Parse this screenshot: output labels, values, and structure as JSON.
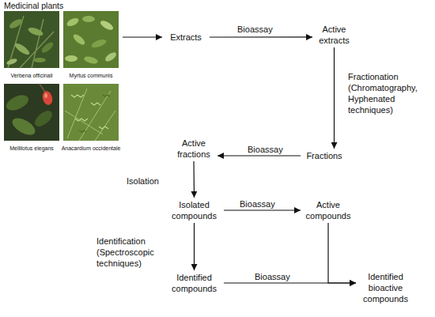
{
  "diagram": {
    "nodes": [
      {
        "text": [
          "Medicinal plants"
        ]
      },
      {
        "text": [
          "Verbena officinali"
        ],
        "in": 0
      },
      {
        "text": [
          "Myrtus communis"
        ],
        "in": 0
      },
      {
        "text": [
          "Mellilotus elegans"
        ],
        "in": 0
      },
      {
        "text": [
          "Anacardium occidentale"
        ],
        "in": 0
      },
      {
        "text": [
          "Extracts"
        ]
      },
      {
        "text": [
          "Active extracts"
        ]
      },
      {
        "text": [
          "Fractions"
        ]
      },
      {
        "text": [
          "Active fractions"
        ]
      },
      {
        "text": [
          "Isolated compounds"
        ]
      },
      {
        "text": [
          "Active compounds"
        ]
      },
      {
        "text": [
          "Identified compounds"
        ]
      },
      {
        "text": [
          "Identified bioactive compounds"
        ]
      }
    ],
    "edges": [
      {
        "from": 0,
        "to": 5,
        "arrow": "to"
      },
      {
        "from": 5,
        "to": 6,
        "label": "Bioassay",
        "arrow": "to"
      },
      {
        "from": 6,
        "to": 7,
        "label": "Fractionation (Chromatography, Hyphenated techniques)",
        "arrow": "to"
      },
      {
        "from": 7,
        "to": 8,
        "label": "Bioassay",
        "arrow": "to"
      },
      {
        "from": 8,
        "to": 9,
        "label": "Isolation",
        "arrow": "to"
      },
      {
        "from": 9,
        "to": 10,
        "label": "Bioassay",
        "arrow": "to"
      },
      {
        "from": 9,
        "to": 11,
        "label": "Identification (Spectroscopic techniques)",
        "arrow": "to"
      },
      {
        "from": 11,
        "to": 12,
        "label": "Bioassay",
        "arrow": "to"
      },
      {
        "from": 10,
        "to": 12,
        "arrow": "to"
      }
    ]
  }
}
